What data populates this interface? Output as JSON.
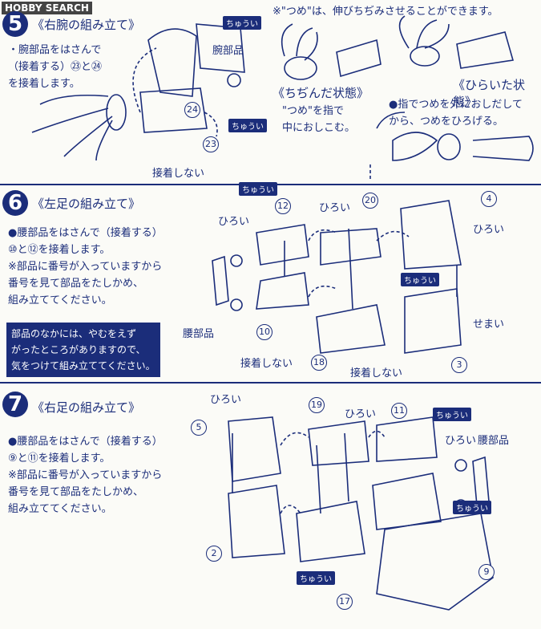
{
  "watermark": "HOBBY SEARCH",
  "step5": {
    "number": "5",
    "title": "《右腕の組み立て》",
    "instructions": [
      "・腕部品をはさんで",
      "（接着する）㉓と㉔",
      "を接着します。"
    ],
    "note_top": "※\"つめ\"は、伸びちぢみさせることができます。",
    "shrunk_title": "《ちぢんだ状態》",
    "shrunk_text": [
      "\"つめ\"を指で",
      "中におしこむ。"
    ],
    "open_title": "《ひらいた状態》",
    "open_text": [
      "●指でつめを外におしだして",
      "から、つめをひろげる。"
    ],
    "labels": {
      "arm_part": "腕部品",
      "no_glue": "接着しない",
      "part23": "23",
      "part24": "24",
      "caution": "ちゅうい"
    }
  },
  "step6": {
    "number": "6",
    "title": "《左足の組み立て》",
    "instructions": [
      "●腰部品をはさんで（接着する）",
      "⑩と⑫を接着します。",
      "※部品に番号が入っていますから",
      "番号を見て部品をたしかめ、",
      "組み立ててください。"
    ],
    "box": [
      "部品のなかには、やむをえず",
      "がったところがありますので、",
      "気をつけて組み立ててください。"
    ],
    "labels": {
      "wide1": "ひろい",
      "wide2": "ひろい",
      "wide3": "ひろい",
      "narrow": "せまい",
      "hip_part": "腰部品",
      "no_glue1": "接着しない",
      "no_glue2": "接着しない",
      "p12": "12",
      "p20": "20",
      "p4": "4",
      "p10": "10",
      "p18": "18",
      "p3": "3",
      "caution": "ちゅうい"
    }
  },
  "step7": {
    "number": "7",
    "title": "《右足の組み立て》",
    "instructions": [
      "●腰部品をはさんで（接着する）",
      "⑨と⑪を接着します。",
      "※部品に番号が入っていますから",
      "番号を見て部品をたしかめ、",
      "組み立ててください。"
    ],
    "labels": {
      "wide1": "ひろい",
      "wide2": "ひろい",
      "wide3": "ひろい",
      "hip_part": "腰部品",
      "p5": "5",
      "p19": "19",
      "p11": "11",
      "p2": "2",
      "p17": "17",
      "p9": "9",
      "caution": "ちゅうい"
    }
  }
}
